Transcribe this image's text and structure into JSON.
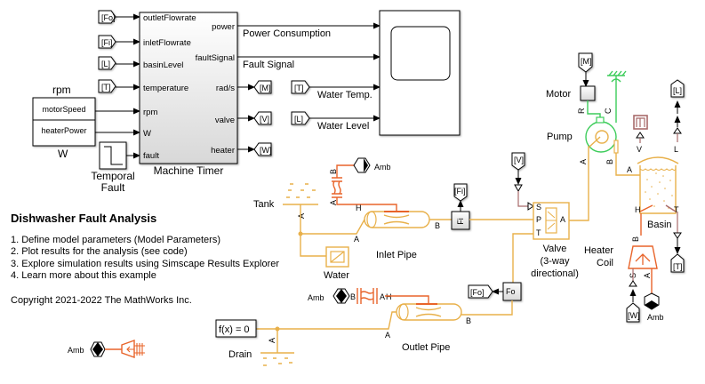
{
  "model": {
    "title": "Dishwasher Fault Analysis",
    "instructions": [
      "1. Define model parameters (Model Parameters)",
      "2. Plot results for the analysis (see code)",
      "3. Explore simulation results using Simscape Results Explorer",
      "4. Learn more about this example"
    ],
    "copyright": "Copyright 2021-2022 The MathWorks Inc."
  },
  "colors": {
    "water_domain": "#e8b04a",
    "thermal_domain": "#e8642a",
    "mechanical_domain": "#3ccc5a",
    "physical_signal": "#a86a6a",
    "signal": "#000000"
  },
  "machine_timer": {
    "name": "Machine Timer",
    "inputs": [
      "outletFlowrate",
      "inletFlowrate",
      "basinLevel",
      "temperature",
      "rpm",
      "W",
      "fault"
    ],
    "outputs": [
      "power",
      "faultSignal",
      "rad/s",
      "valve",
      "heater"
    ]
  },
  "from_tags": {
    "fo": "[Fo]",
    "fi": "[Fi]",
    "l": "[L]",
    "t": "[T]",
    "m": "[M]",
    "v": "[V]",
    "w": "[W]"
  },
  "goto_tags": {
    "m": "[M]",
    "v": "[V]",
    "w": "[W]",
    "fi": "[Fi]",
    "fo": "[Fo]",
    "l": "[L]",
    "t": "[T]"
  },
  "subsystem_inputs": {
    "top_label": "rpm",
    "rows": [
      "motorSpeed",
      "heaterPower"
    ],
    "bottom_label": "W"
  },
  "temporal_fault": {
    "name_line1": "Temporal",
    "name_line2": "Fault"
  },
  "signal_labels": {
    "power": "Power Consumption",
    "fault": "Fault Signal",
    "water_temp": "Water Temp.",
    "water_level": "Water Level"
  },
  "blocks": {
    "motor": "Motor",
    "pump": "Pump",
    "tank": "Tank",
    "water": "Water",
    "inlet_pipe": "Inlet Pipe",
    "outlet_pipe": "Outlet Pipe",
    "valve_line1": "Valve",
    "valve_line2": "(3-way",
    "valve_line3": "directional)",
    "basin": "Basin",
    "heater_line1": "Heater",
    "heater_line2": "Coil",
    "drain": "Drain",
    "solver": "f(x) = 0",
    "amb": "Amb",
    "fi_sensor": "Fi",
    "fo_sensor": "Fo"
  },
  "ports": {
    "a": "A",
    "b": "B",
    "h": "H",
    "s": "S",
    "p": "P",
    "t": "T",
    "r": "R",
    "c": "C",
    "v": "V",
    "l": "L"
  }
}
